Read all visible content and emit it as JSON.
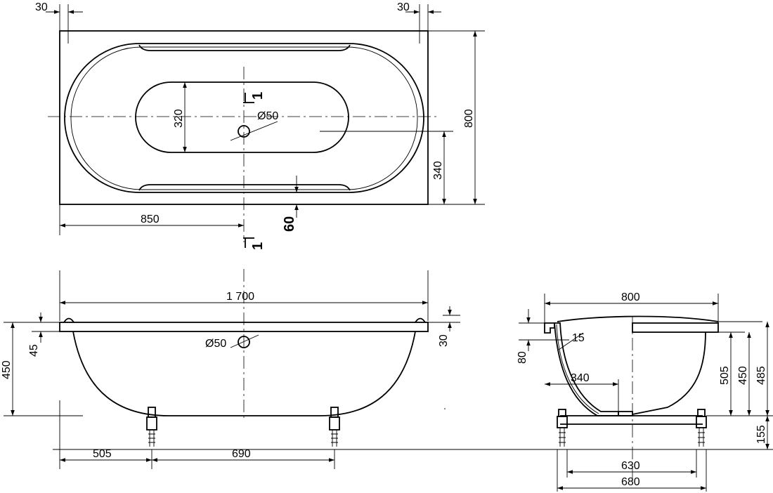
{
  "top_view": {
    "dim_30_left": "30",
    "dim_30_right": "30",
    "dim_800": "800",
    "dim_320": "320",
    "dim_50": "Ø50",
    "dim_340": "340",
    "dim_850": "850",
    "dim_60": "60",
    "section_label_top": "1",
    "section_label_bottom": "1"
  },
  "front_view": {
    "dim_1700": "1 700",
    "dim_450": "450",
    "dim_45": "45",
    "dim_30": "30",
    "dim_50": "Ø50",
    "dim_505": "505",
    "dim_690": "690"
  },
  "side_view": {
    "dim_800": "800",
    "dim_15": "15",
    "dim_80": "80",
    "dim_340": "340",
    "dim_505": "505",
    "dim_450": "450",
    "dim_485": "485",
    "dim_155": "155",
    "dim_630": "630",
    "dim_680": "680"
  }
}
